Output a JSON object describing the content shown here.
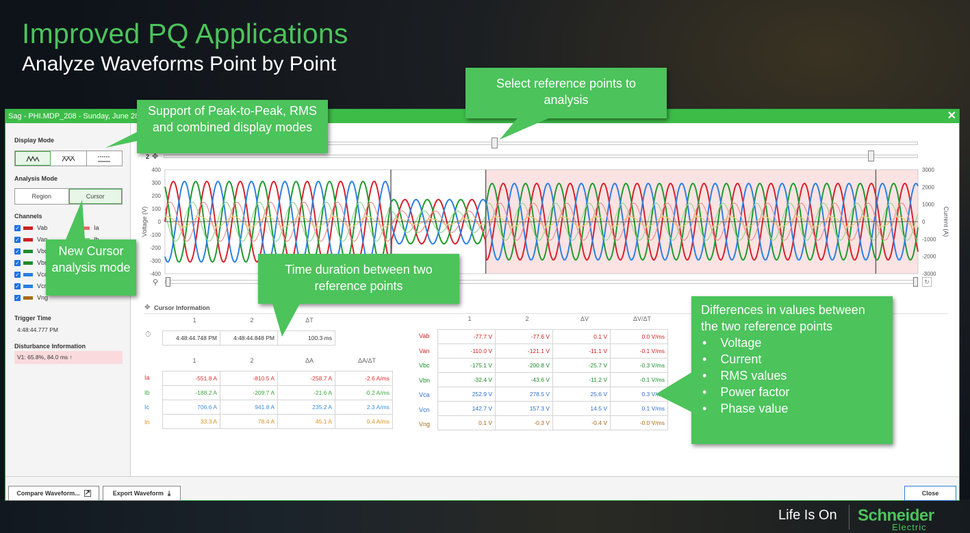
{
  "slide": {
    "title": "Improved PQ Applications",
    "subtitle": "Analyze Waveforms Point by Point",
    "brand_tagline_a": "Life Is ",
    "brand_tagline_b": "On",
    "brand_name": "Schneider",
    "brand_sub": "Electric"
  },
  "window": {
    "title": "Sag - PHI.MDP_208 - Sunday, June 28,",
    "close": "✕"
  },
  "sidebar": {
    "display_mode_label": "Display Mode",
    "analysis_mode_label": "Analysis Mode",
    "analysis_modes": [
      "Region",
      "Cursor"
    ],
    "channels_label": "Channels",
    "channels_left": [
      {
        "name": "Vab",
        "color": "#cc2222"
      },
      {
        "name": "Van",
        "color": "#cc2222"
      },
      {
        "name": "Vbc",
        "color": "#1e8c2a"
      },
      {
        "name": "Vbn",
        "color": "#1e8c2a"
      },
      {
        "name": "Vca",
        "color": "#2a7fe0"
      },
      {
        "name": "Vcn",
        "color": "#2a7fe0"
      },
      {
        "name": "Vng",
        "color": "#a86a1a"
      }
    ],
    "channels_right": [
      {
        "name": "Ia",
        "color": "#e86b6b"
      },
      {
        "name": "Ib",
        "color": "#7bd37b"
      }
    ],
    "trigger_time_label": "Trigger Time",
    "trigger_time": "4:48:44.777 PM",
    "disturbance_label": "Disturbance Information",
    "disturbance_value": "V1: 65.8%, 84.0 ms ↑"
  },
  "toolbar": {
    "compare": "Compare Waveform...",
    "export": "Export Waveform",
    "close": "Close"
  },
  "sliders": {
    "cursor2_label": "2"
  },
  "chart_data": {
    "type": "line",
    "ylabel": "Voltage (V)",
    "ylabel_right": "Current (A)",
    "ylim": [
      -400,
      400
    ],
    "ylim_right": [
      -3000,
      3000
    ],
    "yticks": [
      400,
      300,
      200,
      100,
      0,
      -100,
      -200,
      -300,
      -400
    ],
    "yticks_right": [
      3000,
      2000,
      1000,
      0,
      -1000,
      -2000,
      -3000
    ],
    "grid": false,
    "cursor_positions": [
      0.3,
      0.426,
      0.944
    ],
    "highlight_region": [
      0.426,
      1.0
    ],
    "sag_window": [
      0.3,
      0.426
    ],
    "series": [
      {
        "name": "Vab",
        "color": "#d8202a",
        "amplitude": 310,
        "phase": 0
      },
      {
        "name": "Vbc",
        "color": "#1e9b2d",
        "amplitude": 310,
        "phase": 2.09
      },
      {
        "name": "Vca",
        "color": "#2b7fe3",
        "amplitude": 310,
        "phase": 4.19
      },
      {
        "name": "Ia",
        "color": "#ef8d8d",
        "amplitude": 150,
        "phase": 0.6
      },
      {
        "name": "Ib",
        "color": "#8fd88f",
        "amplitude": 150,
        "phase": 2.7
      },
      {
        "name": "In",
        "color": "#f0c070",
        "amplitude": 40,
        "phase": 1.2
      }
    ]
  },
  "cursor_info": {
    "label": "Cursor Information",
    "time_headers": [
      "1",
      "2",
      "ΔT"
    ],
    "time_values": [
      "4:48:44.748 PM",
      "4:48:44.848 PM",
      "100.3 ms"
    ],
    "current_headers": [
      "1",
      "2",
      "ΔA",
      "ΔA/ΔT"
    ],
    "current_rows": [
      {
        "ch": "Ia",
        "color": "#e03030",
        "vals": [
          "-551.8 A",
          "-810.5 A",
          "-258.7 A",
          "-2.6 A/ms"
        ]
      },
      {
        "ch": "Ib",
        "color": "#3aa83a",
        "vals": [
          "-188.2 A",
          "-209.7 A",
          "-21.6 A",
          "-0.2 A/ms"
        ]
      },
      {
        "ch": "Ic",
        "color": "#3a8fe0",
        "vals": [
          "706.6 A",
          "941.8 A",
          "235.2 A",
          "2.3 A/ms"
        ]
      },
      {
        "ch": "In",
        "color": "#e09020",
        "vals": [
          "33.3 A",
          "78.4 A",
          "45.1 A",
          "0.4 A/ms"
        ]
      }
    ],
    "voltage_headers": [
      "1",
      "2",
      "ΔV",
      "ΔV/ΔT"
    ],
    "voltage_rows": [
      {
        "ch": "Vab",
        "color": "#d02020",
        "vals": [
          "-77.7 V",
          "-77.6 V",
          "0.1 V",
          "0.0 V/ms"
        ]
      },
      {
        "ch": "Van",
        "color": "#d02020",
        "vals": [
          "-110.0 V",
          "-121.1 V",
          "-11.1 V",
          "-0.1 V/ms"
        ]
      },
      {
        "ch": "Vbc",
        "color": "#1e8c2a",
        "vals": [
          "-175.1 V",
          "-200.8 V",
          "-25.7 V",
          "-0.3 V/ms"
        ]
      },
      {
        "ch": "Vbn",
        "color": "#1e8c2a",
        "vals": [
          "-32.4 V",
          "-43.6 V",
          "-11.2 V",
          "-0.1 V/ms"
        ]
      },
      {
        "ch": "Vca",
        "color": "#2a6fd0",
        "vals": [
          "252.9 V",
          "278.5 V",
          "25.6 V",
          "0.3 V/ms"
        ]
      },
      {
        "ch": "Vcn",
        "color": "#2a6fd0",
        "vals": [
          "142.7 V",
          "157.3 V",
          "14.5 V",
          "0.1 V/ms"
        ]
      },
      {
        "ch": "Vng",
        "color": "#a86a1a",
        "vals": [
          "0.1 V",
          "-0.3 V",
          "-0.4 V",
          "-0.0 V/ms"
        ]
      }
    ]
  },
  "callouts": {
    "display_modes": "Support of Peak-to-Peak, RMS and combined display modes",
    "reference_points": "Select reference points to analysis",
    "cursor_mode": "New Cursor analysis mode",
    "time_duration": "Time duration between two reference points",
    "differences_title": "Differences in values between the two reference points",
    "differences_items": [
      "Voltage",
      "Current",
      "RMS values",
      "Power factor",
      "Phase value"
    ]
  }
}
